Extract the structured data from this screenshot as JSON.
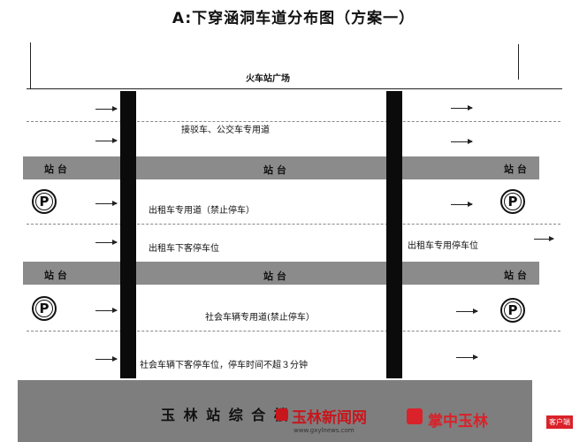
{
  "title": "A:下穿涵洞车道分布图（方案一）",
  "plaza_label": "火车站广场",
  "lanes": {
    "shuttle_bus": "接驳车、公交车专用道",
    "taxi_lane": "出租车专用道（禁止停车）",
    "taxi_dropoff": "出租车下客停车位",
    "taxi_lane_right": "出租车专用停车位",
    "social_lane": "社会车辆专用道(禁止停车）",
    "social_dropoff": "社会车辆下客停车位，停车时间不超３分钟"
  },
  "platforms": {
    "top": {
      "left": "站 台",
      "center": "站 台",
      "right": "站 台"
    },
    "middle": {
      "left": "站 台",
      "center": "站 台",
      "right": "站 台"
    }
  },
  "parking_sign": "P",
  "bottom_label": "玉 林 站 综 合 楼",
  "watermark": {
    "logo1": "玉林新闻网",
    "logo1_url": "www.gxylnews.com",
    "logo2": "掌中玉林",
    "badge": "客户端"
  },
  "icons": {
    "arrow": "right-arrow-icon",
    "parking": "parking-sign-icon"
  },
  "colors": {
    "platform": "#8b8b8b",
    "pillar": "#0b0b0b",
    "bottom_bar": "#7e7e7e",
    "brand_red": "#c8161d"
  }
}
